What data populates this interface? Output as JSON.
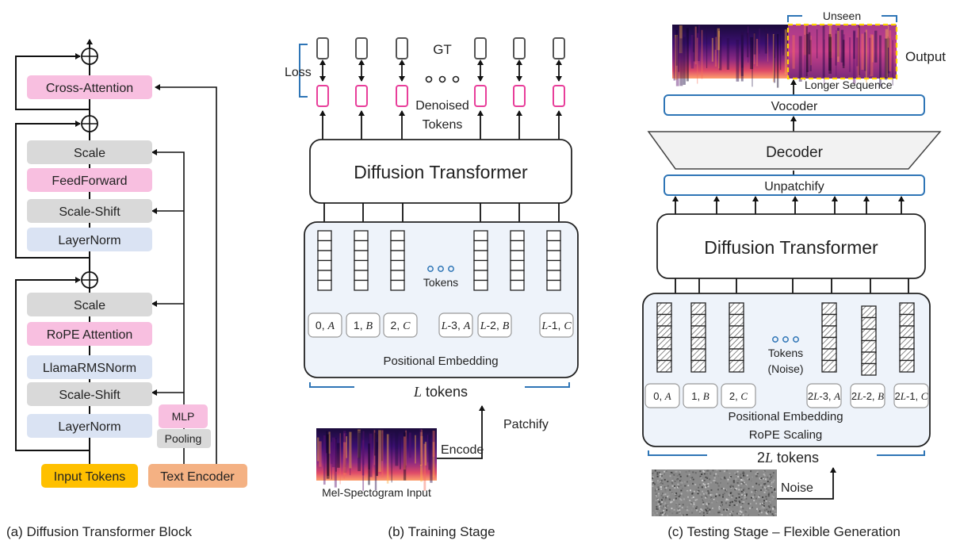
{
  "panel_a": {
    "caption": "(a) Diffusion Transformer Block",
    "blocks": {
      "cross_attention": "Cross-Attention",
      "scale_top": "Scale",
      "feedforward": "FeedForward",
      "scale_shift_top": "Scale-Shift",
      "layernorm_top": "LayerNorm",
      "scale_bottom": "Scale",
      "rope_attention": "RoPE Attention",
      "llama_rmsnorm": "LlamaRMSNorm",
      "scale_shift_bottom": "Scale-Shift",
      "layernorm_bottom": "LayerNorm",
      "mlp": "MLP",
      "pooling": "Pooling",
      "input_tokens": "Input Tokens",
      "text_encoder": "Text Encoder"
    },
    "colors": {
      "pink": "#f8bfe0",
      "gray": "#d9d9d9",
      "blue": "#dae3f3",
      "orange_input": "#ffc000",
      "orange_text": "#f4b183"
    }
  },
  "panel_b": {
    "caption": "(b) Training Stage",
    "gt": "GT",
    "loss": "Loss",
    "denoised_tokens_line1": "Denoised",
    "denoised_tokens_line2": "Tokens",
    "dit": "Diffusion Transformer",
    "tokens": "Tokens",
    "positional_embedding": "Positional Embedding",
    "tokens_count_var": "L",
    "tokens_count_word": "tokens",
    "patchify": "Patchify",
    "encode": "Encode",
    "mel_input": "Mel-Spectogram Input",
    "positions": [
      {
        "pre": "0, ",
        "var": "A"
      },
      {
        "pre": "1, ",
        "var": "B"
      },
      {
        "pre": "2, ",
        "var": "C"
      },
      {
        "var0": "L",
        "pre": "-3, ",
        "var": "A"
      },
      {
        "var0": "L",
        "pre": "-2, ",
        "var": "B"
      },
      {
        "var0": "L",
        "pre": "-1, ",
        "var": "C"
      }
    ]
  },
  "panel_c": {
    "caption": "(c) Testing Stage – Flexible Generation",
    "unseen": "Unseen",
    "output": "Output",
    "longer_sequence": "Longer Sequence",
    "vocoder": "Vocoder",
    "decoder": "Decoder",
    "unpatchify": "Unpatchify",
    "dit": "Diffusion Transformer",
    "tokens": "Tokens",
    "noise_paren": "(Noise)",
    "positional_embedding": "Positional Embedding",
    "rope_scaling": "RoPE Scaling",
    "tokens_count_num": "2",
    "tokens_count_var": "L",
    "tokens_count_word": "tokens",
    "noise": "Noise",
    "positions": [
      {
        "pre": "0, ",
        "var": "A"
      },
      {
        "pre": "1, ",
        "var": "B"
      },
      {
        "pre": "2, ",
        "var": "C"
      },
      {
        "num": "2",
        "var0": "L",
        "pre": "-3, ",
        "var": "A"
      },
      {
        "num": "2",
        "var0": "L",
        "pre": "-2, ",
        "var": "B"
      },
      {
        "num": "2",
        "var0": "L",
        "pre": "-1, ",
        "var": "C"
      }
    ],
    "colors": {
      "blue_border": "#2e75b6",
      "highlight": "#ffd500"
    }
  }
}
